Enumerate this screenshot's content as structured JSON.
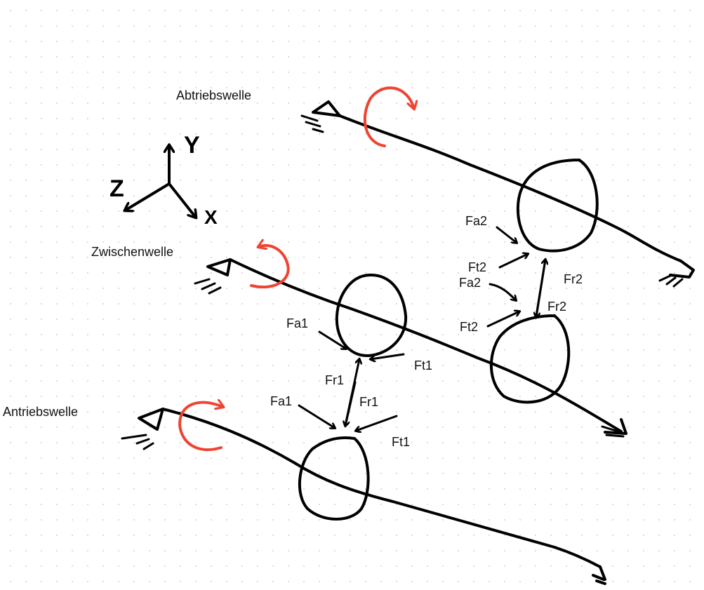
{
  "shafts": {
    "output": {
      "label": "Abtriebswelle"
    },
    "intermediate": {
      "label": "Zwischenwelle"
    },
    "input": {
      "label": "Antriebswelle"
    }
  },
  "axes": {
    "y": "Y",
    "z": "Z",
    "x": "X"
  },
  "forces": {
    "gear2_top": {
      "fa": "Fa2",
      "ft": "Ft2",
      "fr": "Fr2"
    },
    "gear2_bottom": {
      "fa": "Fa2",
      "ft": "Ft2",
      "fr": "Fr2"
    },
    "gear1_top": {
      "fa": "Fa1",
      "ft": "Ft1",
      "fr": "Fr1"
    },
    "gear1_bottom": {
      "fa": "Fa1",
      "ft": "Ft1",
      "fr": "Fr1"
    }
  },
  "colors": {
    "ink": "#000000",
    "rotation_arrow": "#ee4433",
    "grid_dot": "#d9d9d9",
    "background": "#ffffff"
  }
}
